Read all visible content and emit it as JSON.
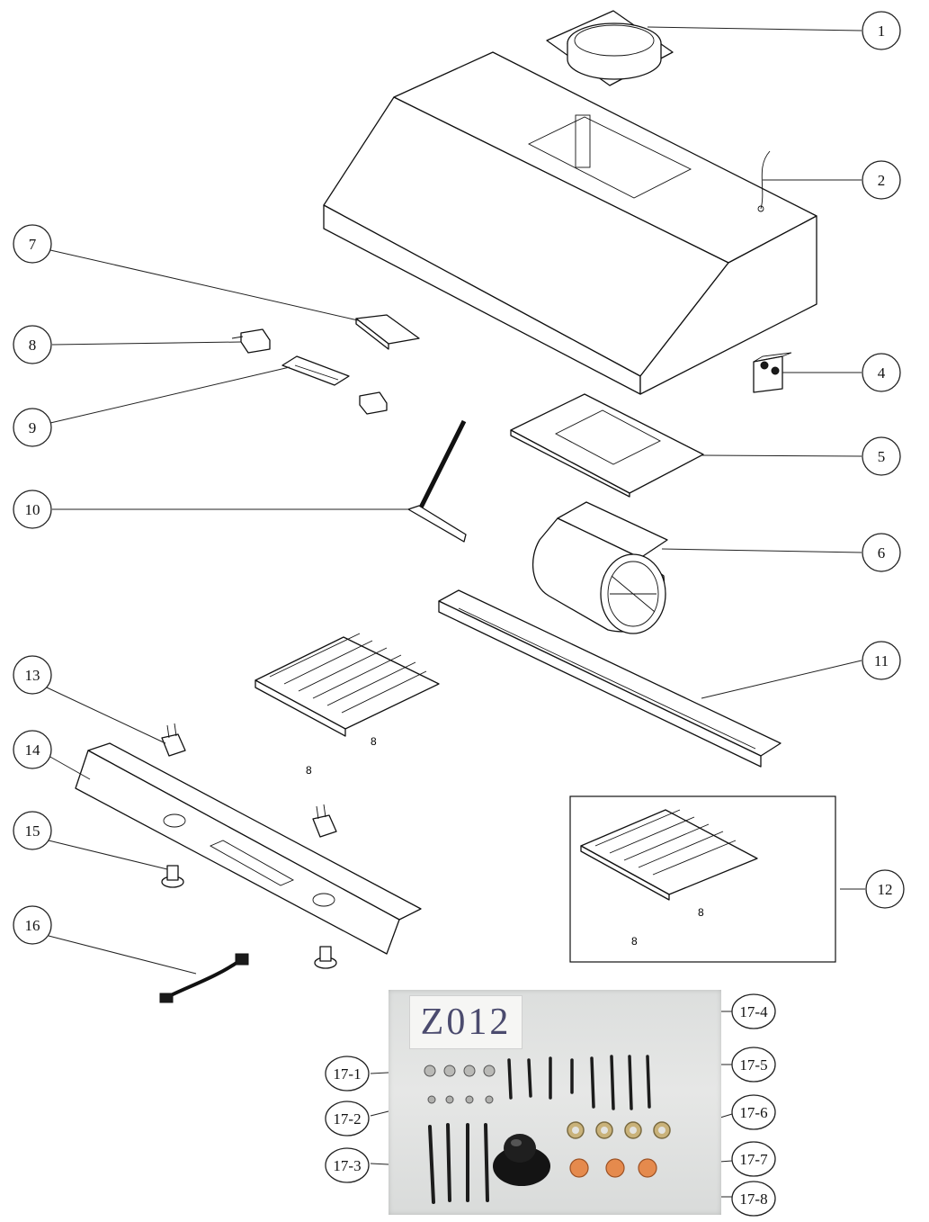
{
  "callouts": [
    {
      "id": "c1",
      "label": "1"
    },
    {
      "id": "c2",
      "label": "2"
    },
    {
      "id": "c4",
      "label": "4"
    },
    {
      "id": "c5",
      "label": "5"
    },
    {
      "id": "c6",
      "label": "6"
    },
    {
      "id": "c7",
      "label": "7"
    },
    {
      "id": "c8",
      "label": "8"
    },
    {
      "id": "c9",
      "label": "9"
    },
    {
      "id": "c10",
      "label": "10"
    },
    {
      "id": "c11",
      "label": "11"
    },
    {
      "id": "c12",
      "label": "12"
    },
    {
      "id": "c13",
      "label": "13"
    },
    {
      "id": "c14",
      "label": "14"
    },
    {
      "id": "c15",
      "label": "15"
    },
    {
      "id": "c16",
      "label": "16"
    },
    {
      "id": "c17_1",
      "label": "17-1"
    },
    {
      "id": "c17_2",
      "label": "17-2"
    },
    {
      "id": "c17_3",
      "label": "17-3"
    },
    {
      "id": "c17_4",
      "label": "17-4"
    },
    {
      "id": "c17_5",
      "label": "17-5"
    },
    {
      "id": "c17_6",
      "label": "17-6"
    },
    {
      "id": "c17_7",
      "label": "17-7"
    },
    {
      "id": "c17_8",
      "label": "17-8"
    }
  ],
  "hardware_kit": {
    "label": "Z012"
  },
  "colors": {
    "line": "#111111",
    "photo_background": "#dddfde",
    "nut_brass": "#c9b27a",
    "bushing_orange": "#e58a4d"
  }
}
